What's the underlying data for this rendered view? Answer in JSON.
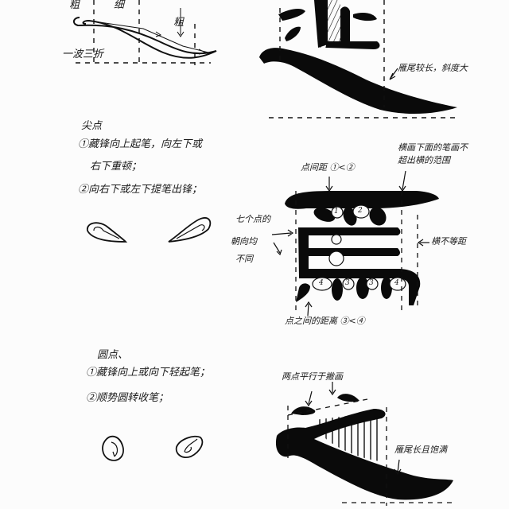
{
  "wave_stroke": {
    "label_thick_left": "粗",
    "label_thin": "细",
    "label_thick_right": "粗",
    "caption": "一波三折"
  },
  "char_ting": {
    "annotation": "雁尾较长，斜度大"
  },
  "pointed_dot": {
    "title": "尖点",
    "step1_line1": "①藏锋向上起笔，向左下或",
    "step1_line2": "右下重顿；",
    "step2": "②向右下或左下提笔出锋；"
  },
  "char_niao": {
    "dot_spacing_top": "点间距 ①<②",
    "hook_note_line1": "横画下面的笔画不",
    "hook_note_line2": "超出横的范围",
    "four_dots_line1": "七个点的",
    "four_dots_line2": "朝向均",
    "four_dots_line3": "不同",
    "horizontal_note": "横不等距",
    "dot_spacing_bottom": "点之间的距离 ③<④",
    "circle_labels": [
      "1",
      "2",
      "4",
      "3",
      "3",
      "4"
    ]
  },
  "round_dot": {
    "title": "圆点、",
    "step1": "①藏锋向上或向下轻起笔；",
    "step2": "②顺势圆转收笔；"
  },
  "char_zou": {
    "top_note": "两点平行于撇画",
    "tail_note": "雁尾长且饱满"
  },
  "colors": {
    "ink": "#0a0a0a",
    "paper": "#fcfcfc"
  }
}
